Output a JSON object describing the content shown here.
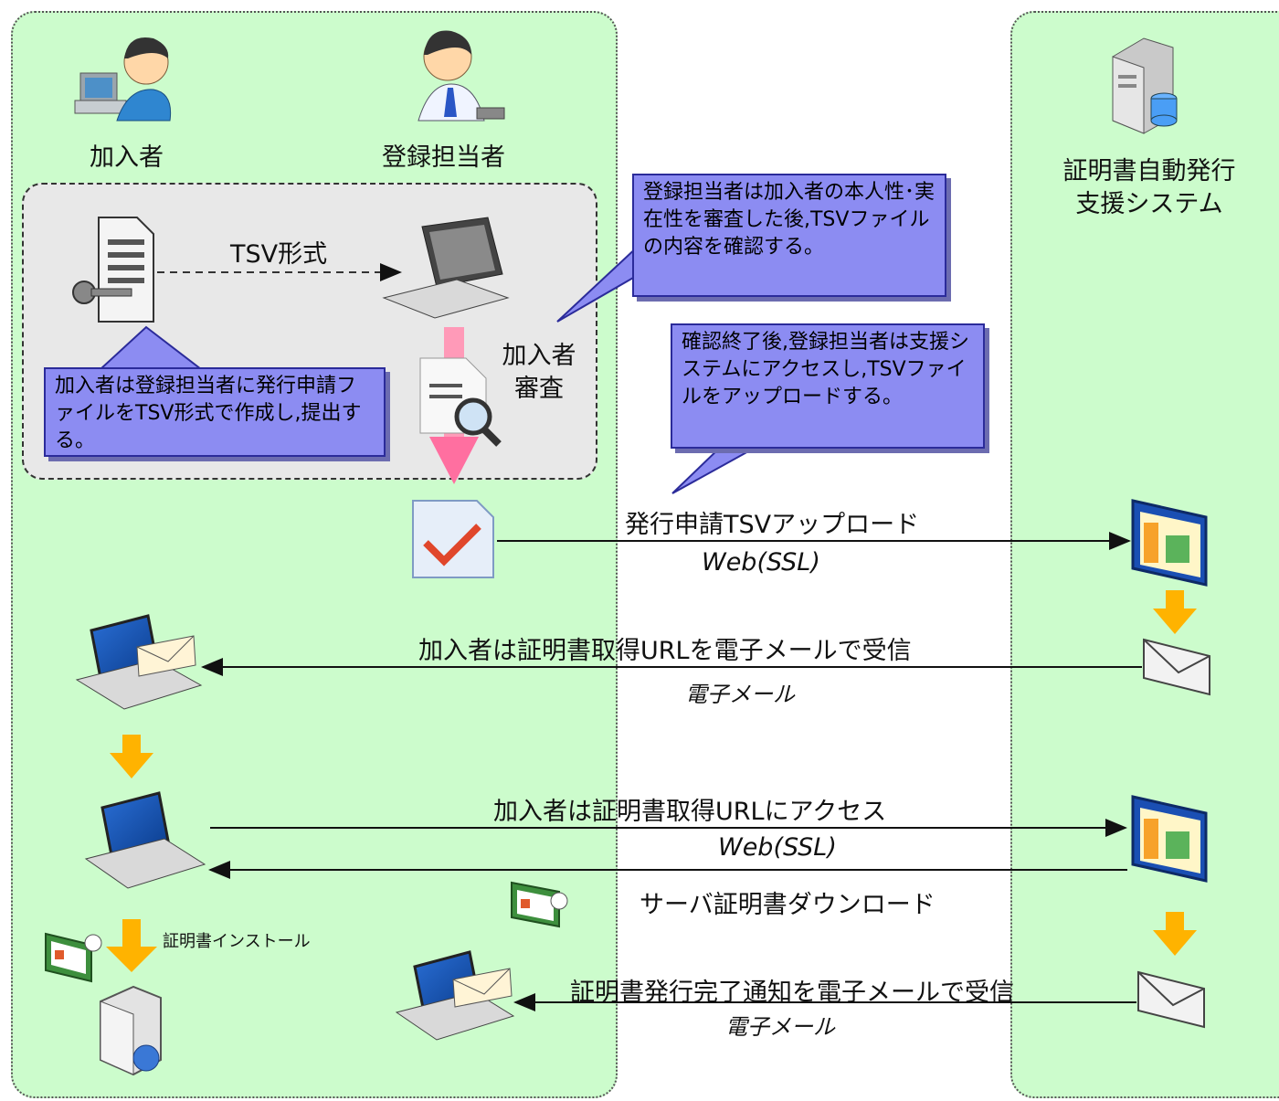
{
  "lanes": {
    "left_actors": {
      "subscriber": "加入者",
      "registrar": "登録担当者"
    },
    "right_actor": "証明書自動発行\n支援システム"
  },
  "review": {
    "format_label": "TSV形式",
    "review_label": "加入者\n審査"
  },
  "callouts": {
    "registrar_check": "登録担当者は加入者の本人性･実在性を審査した後,TSVファイルの内容を確認する。",
    "upload_note": "確認終了後,登録担当者は支援システムにアクセスし,TSVファイルをアップロードする。",
    "subscriber_submit": "加入者は登録担当者に発行申請ファイルをTSV形式で作成し,提出する。"
  },
  "flows": {
    "upload_title": "発行申請TSVアップロード",
    "upload_protocol": "Web(SSL)",
    "receive_url_title": "加入者は証明書取得URLを電子メールで受信",
    "receive_url_protocol": "電子メール",
    "access_url_title": "加入者は証明書取得URLにアクセス",
    "access_url_protocol": "Web(SSL)",
    "download_title": "サーバ証明書ダウンロード",
    "install_label": "証明書インストール",
    "complete_title": "証明書発行完了通知を電子メールで受信",
    "complete_protocol": "電子メール"
  },
  "colors": {
    "lane_fill": "#ccfccc",
    "callout_fill": "#8c8cf2",
    "down_arrow_orange": "#ffb300",
    "review_arrow_pink": "#ff6fa0"
  }
}
